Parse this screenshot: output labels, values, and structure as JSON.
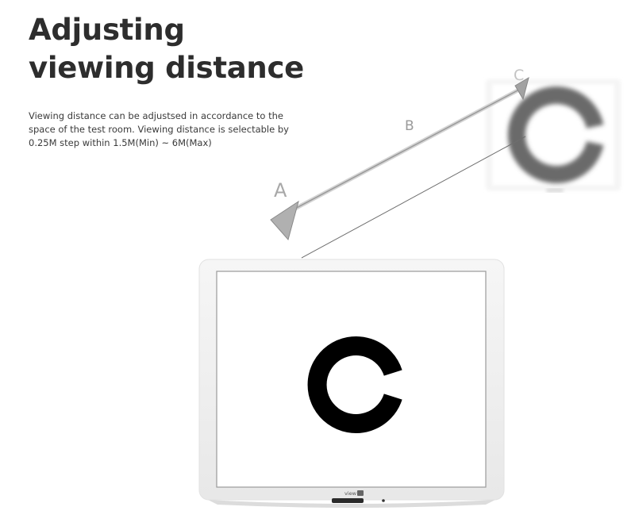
{
  "heading": {
    "title": "Adjusting viewing distance"
  },
  "description": "Viewing distance can be adjustsed in accordance to the space of the test room. Viewing distance is selectable by 0.25M step within 1.5M(Min) ~ 6M(Max)",
  "diagram": {
    "label_a": "A",
    "label_b": "B",
    "label_c": "C",
    "monitor_brand": "view",
    "optotype_icon": "landolt-c-icon",
    "colors": {
      "arrow": "#a9a9a9",
      "optotype": "#000000",
      "blurred_optotype": "#6b6b6b",
      "monitor_frame": "#f0f0f0"
    }
  }
}
